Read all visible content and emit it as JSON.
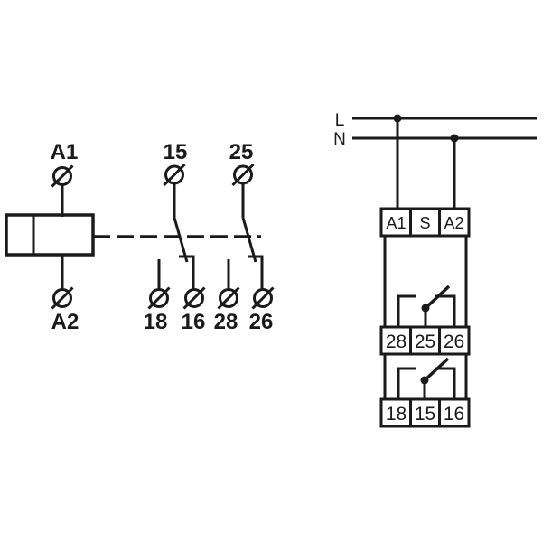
{
  "theme": {
    "ink": "#1a1a1a",
    "background": "#ffffff"
  },
  "schematic": {
    "coil": {
      "top_terminal": "A1",
      "bottom_terminal": "A2"
    },
    "contacts": [
      {
        "common": "15",
        "no": "18",
        "nc": "16"
      },
      {
        "common": "25",
        "no": "28",
        "nc": "26"
      }
    ]
  },
  "wiring": {
    "supply": [
      {
        "label": "L"
      },
      {
        "label": "N"
      }
    ],
    "rows": [
      {
        "cells": [
          "A1",
          "S",
          "A2"
        ]
      },
      {
        "cells": [
          "28",
          "25",
          "26"
        ]
      },
      {
        "cells": [
          "18",
          "15",
          "16"
        ]
      }
    ]
  }
}
